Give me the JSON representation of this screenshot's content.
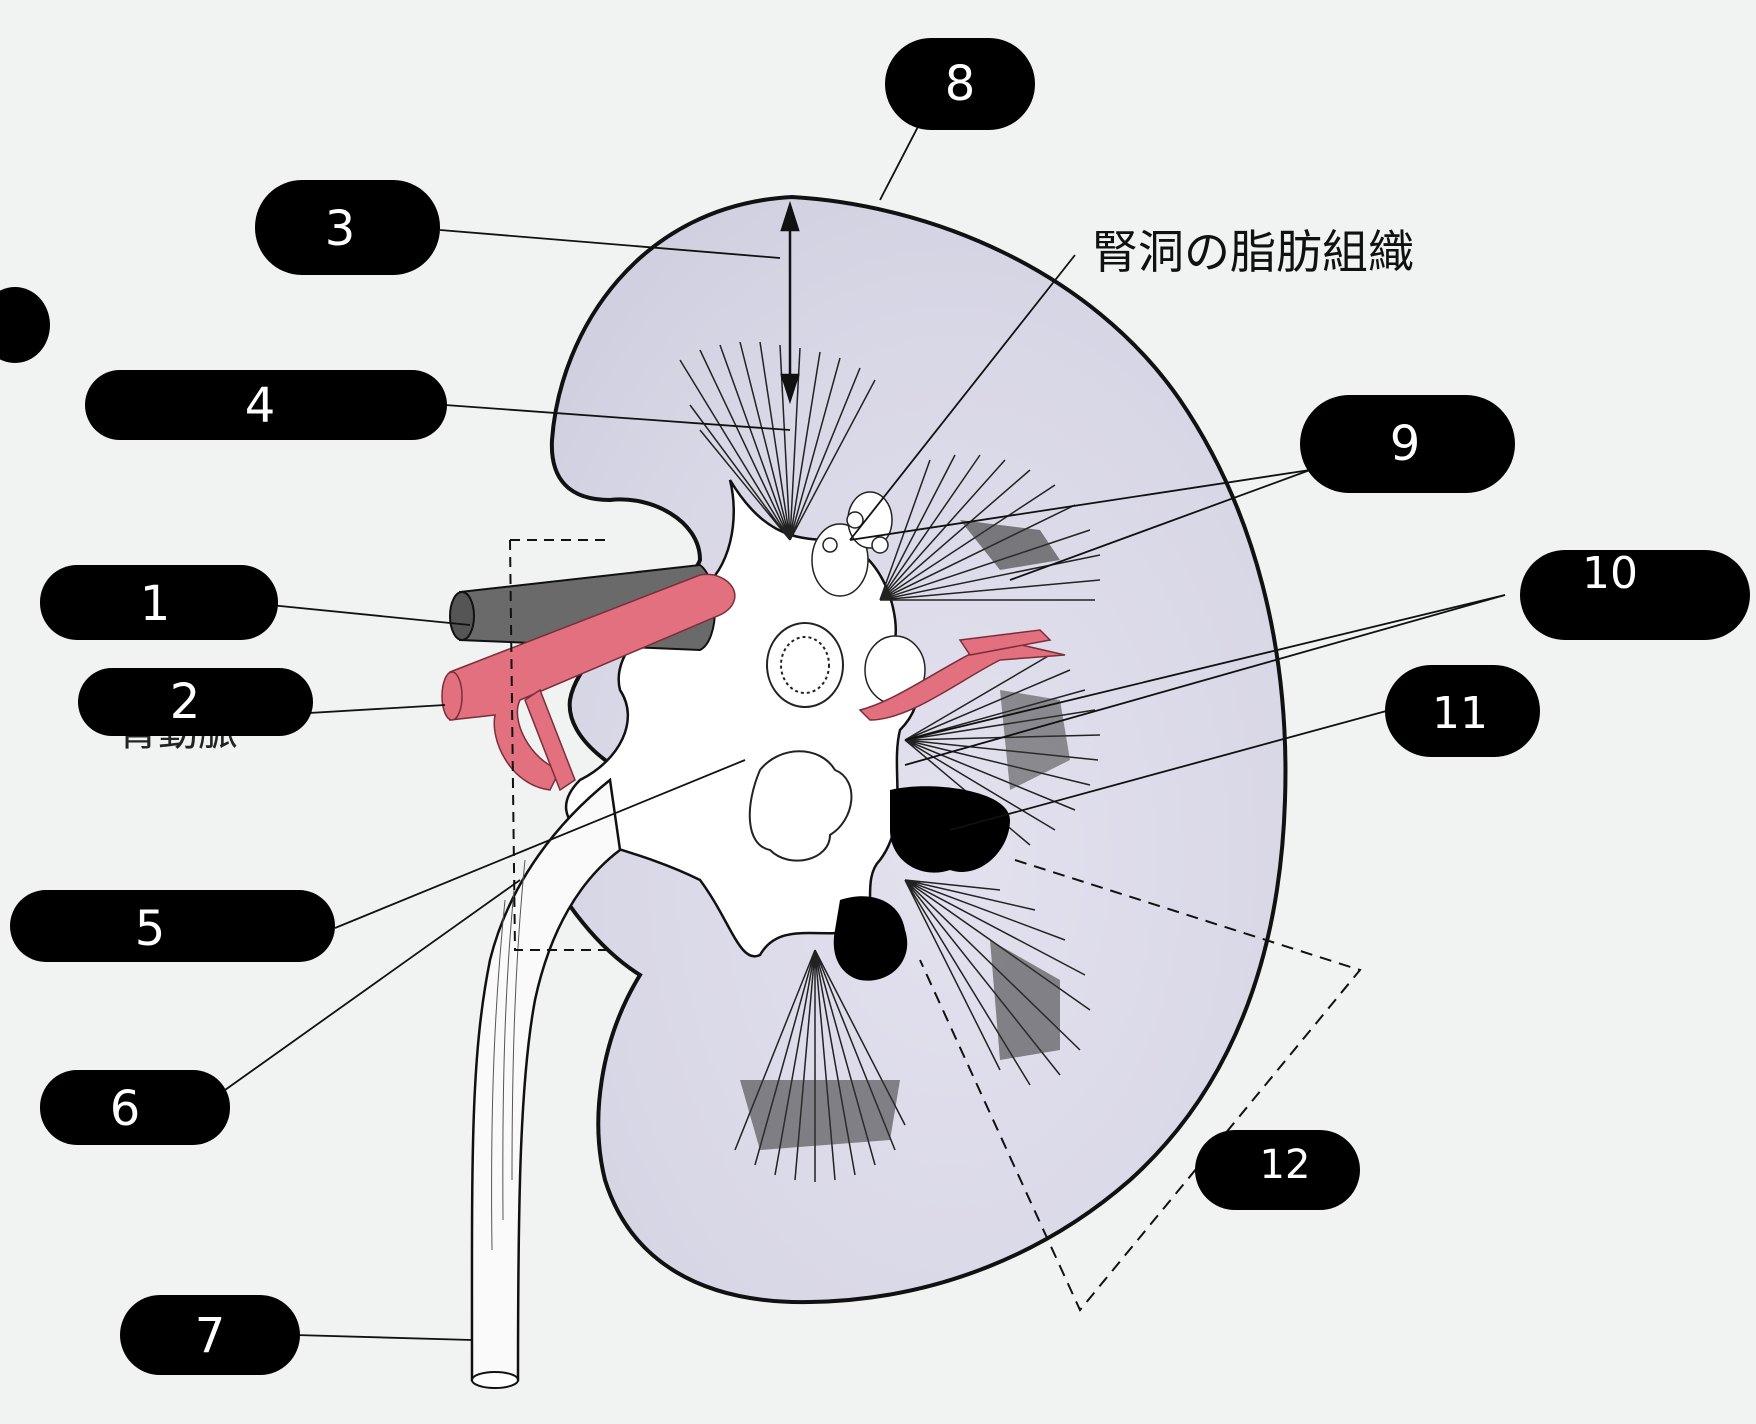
{
  "diagram": {
    "caption_label": "腎洞の脂肪組織",
    "partial_hidden_text": "腎動脈",
    "markers": [
      {
        "id": "1",
        "text": "1"
      },
      {
        "id": "2",
        "text": "2"
      },
      {
        "id": "3",
        "text": "3"
      },
      {
        "id": "4",
        "text": "4"
      },
      {
        "id": "5",
        "text": "5"
      },
      {
        "id": "6",
        "text": "6"
      },
      {
        "id": "7",
        "text": "7"
      },
      {
        "id": "8",
        "text": "8"
      },
      {
        "id": "9",
        "text": "9"
      },
      {
        "id": "10",
        "text": "10"
      },
      {
        "id": "11",
        "text": "11"
      },
      {
        "id": "12",
        "text": "12"
      }
    ]
  },
  "colors": {
    "background": "#f1f2f2",
    "cortex": "#d9d8e6",
    "cortex_tint": "#e8dbe8",
    "artery": "#e2707e",
    "vein": "#6a6a6a",
    "ink": "#111111",
    "marker_fill": "#000000",
    "marker_text": "#ffffff"
  }
}
